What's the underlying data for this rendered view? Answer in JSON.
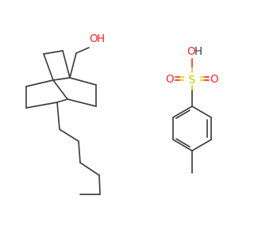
{
  "left_molecule": {
    "hydroxyl_oxygen": "O",
    "hydroxyl_hydrogen": "H"
  },
  "right_molecule": {
    "acid_oxygen": "O",
    "acid_hydrogen": "H",
    "sulfur": "S",
    "oxo_oxygen_left": "O",
    "oxo_oxygen_right": "O"
  },
  "colors": {
    "bond": "#404040",
    "oxygen": "#ff2020",
    "sulfur": "#c8c800"
  }
}
